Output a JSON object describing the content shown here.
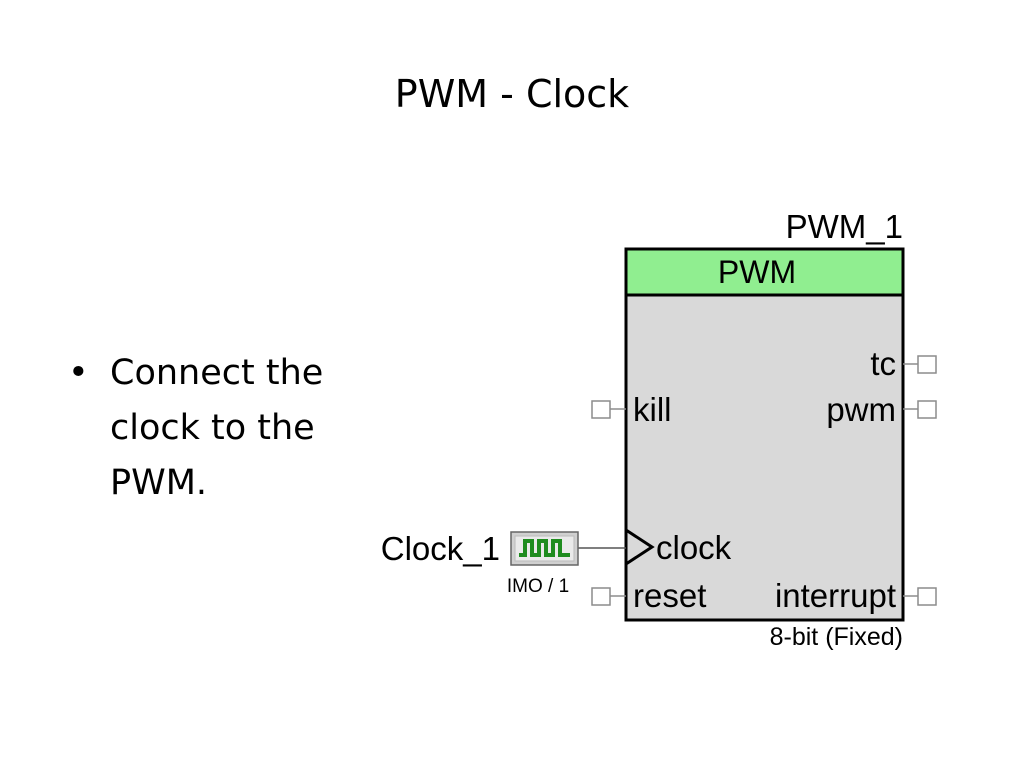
{
  "slide": {
    "title": "PWM - Clock",
    "bullets": [
      "Connect the clock to the PWM."
    ]
  },
  "schematic": {
    "component": {
      "instance_name": "PWM_1",
      "type_label": "PWM",
      "footer": "8-bit (Fixed)",
      "ports": {
        "tc": "tc",
        "kill": "kill",
        "pwm": "pwm",
        "clock": "clock",
        "reset": "reset",
        "interrupt": "interrupt"
      }
    },
    "clock": {
      "instance_name": "Clock_1",
      "source": "IMO / 1"
    },
    "colors": {
      "header": "#90ee90",
      "body": "#d9d9d9",
      "clock_wave": "#1f8c1f",
      "pin": "#8c8c8c"
    }
  }
}
